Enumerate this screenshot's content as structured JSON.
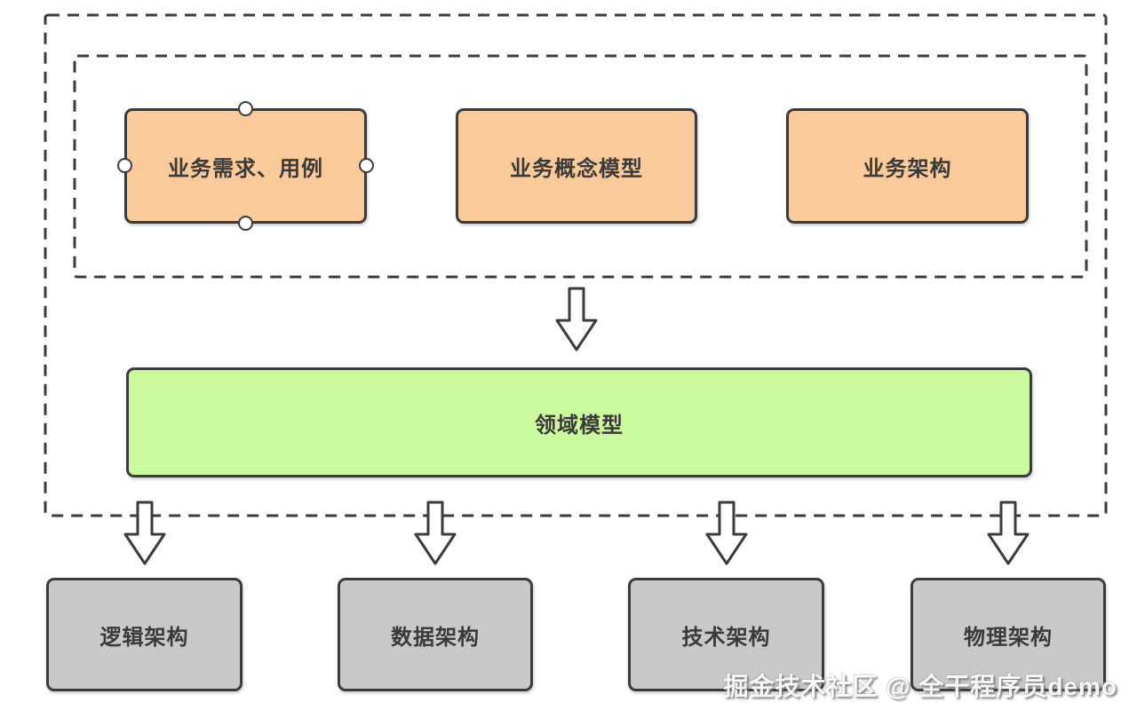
{
  "diagram": {
    "title_hint": "layered architecture design flow",
    "colors": {
      "background": "#ffffff",
      "outline": "#3b3b3b",
      "text": "#3a3a3a",
      "business_box_fill": "#fbca9b",
      "domain_box_fill": "#cbf99e",
      "architecture_box_fill": "#c9c9c9",
      "arrow_fill": "#ffffff",
      "selection_handle_fill": "#ffffff"
    },
    "business_layer": {
      "boxes": [
        {
          "label": "业务需求、用例",
          "selected": true
        },
        {
          "label": "业务概念模型",
          "selected": false
        },
        {
          "label": "业务架构",
          "selected": false
        }
      ]
    },
    "domain_layer": {
      "label": "领域模型"
    },
    "architecture_layer": {
      "boxes": [
        {
          "label": "逻辑架构"
        },
        {
          "label": "数据架构"
        },
        {
          "label": "技术架构"
        },
        {
          "label": "物理架构"
        }
      ]
    },
    "arrows": {
      "count": 5,
      "direction": "down"
    },
    "watermark": "掘金技术社区 @ 全干程序员demo"
  }
}
